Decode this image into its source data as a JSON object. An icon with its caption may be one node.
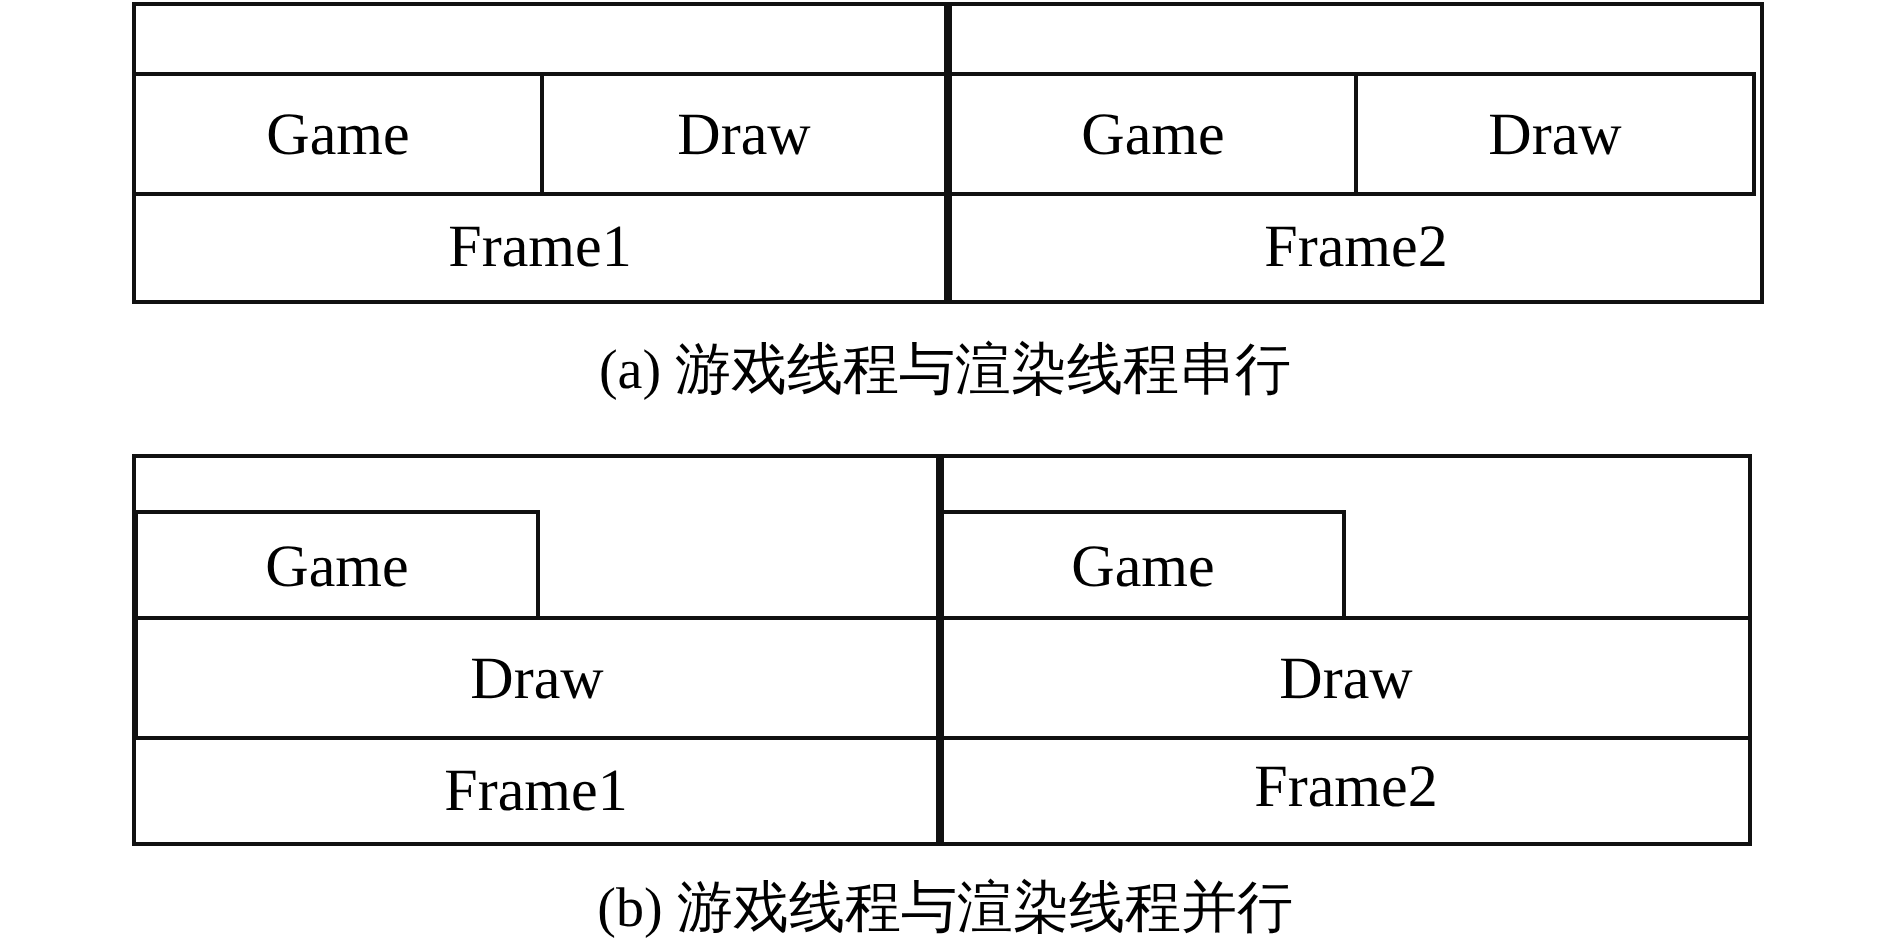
{
  "diagram": {
    "nodes": [
      {
        "text": [
          "Frame1"
        ]
      },
      {
        "text": [
          "Game"
        ],
        "in": 0
      },
      {
        "text": [
          "Draw"
        ],
        "in": 0
      },
      {
        "text": [
          "Frame2"
        ]
      },
      {
        "text": [
          "Game"
        ],
        "in": 3
      },
      {
        "text": [
          "Draw"
        ],
        "in": 3
      },
      {
        "text": [
          "Frame1"
        ]
      },
      {
        "text": [
          "Game"
        ],
        "in": 6
      },
      {
        "text": [
          "Draw"
        ],
        "in": 6
      },
      {
        "text": [
          "Frame2"
        ]
      },
      {
        "text": [
          "Game"
        ],
        "in": 9
      },
      {
        "text": [
          "Draw"
        ],
        "in": 9
      }
    ],
    "labels": [
      "(a) 游戏线程与渲染线程串行",
      "(b) 游戏线程与渲染线程并行"
    ]
  }
}
